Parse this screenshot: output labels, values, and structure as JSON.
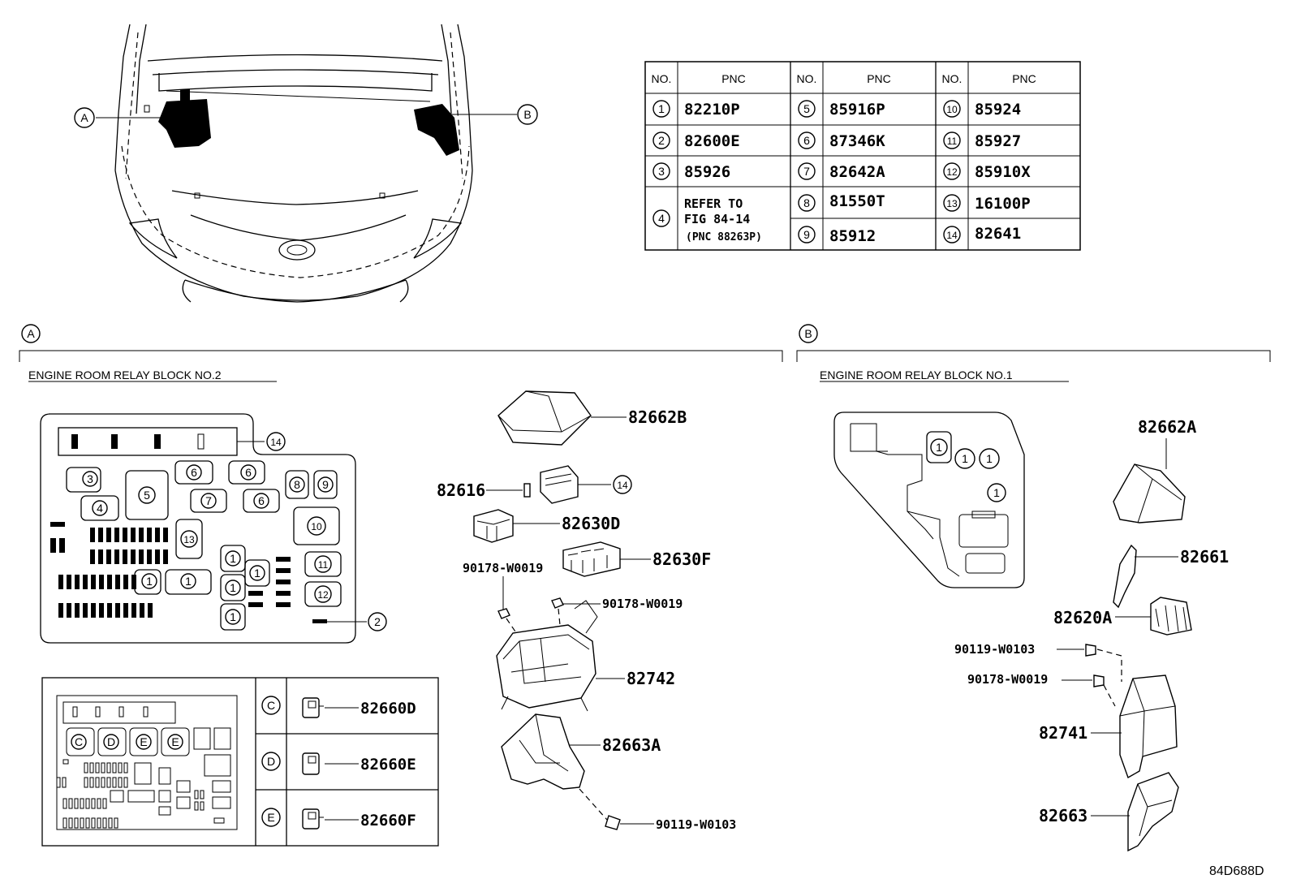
{
  "locator": {
    "a": "A",
    "b": "B"
  },
  "parts_table": {
    "col_no": "NO.",
    "col_pnc": "PNC",
    "rows": [
      {
        "no": "1",
        "pnc": "82210P"
      },
      {
        "no": "2",
        "pnc": "82600E"
      },
      {
        "no": "3",
        "pnc": "85926"
      },
      {
        "no": "4",
        "pnc": "",
        "refer_lines": [
          "REFER TO",
          "FIG 84-14",
          "(PNC 88263P)"
        ]
      },
      {
        "no": "5",
        "pnc": "85916P"
      },
      {
        "no": "6",
        "pnc": "87346K"
      },
      {
        "no": "7",
        "pnc": "82642A"
      },
      {
        "no": "8",
        "pnc": "81550T"
      },
      {
        "no": "9",
        "pnc": "85912"
      },
      {
        "no": "10",
        "pnc": "85924"
      },
      {
        "no": "11",
        "pnc": "85927"
      },
      {
        "no": "12",
        "pnc": "85910X"
      },
      {
        "no": "13",
        "pnc": "16100P"
      },
      {
        "no": "14",
        "pnc": "82641"
      }
    ]
  },
  "section_a": {
    "marker": "A",
    "title": "ENGINE ROOM RELAY BLOCK NO.2",
    "block_callouts": [
      "14",
      "2"
    ],
    "block_cells": [
      "3",
      "4",
      "5",
      "6",
      "6",
      "6",
      "7",
      "8",
      "9",
      "10",
      "13",
      "1",
      "1",
      "1",
      "1",
      "1",
      "1",
      "11",
      "12"
    ],
    "parts": {
      "cover": "82662B",
      "fuse_puller": "82616",
      "holder_14": "14",
      "conn_d": "82630D",
      "conn_f": "82630F",
      "nut_left": "90178-W0019",
      "nut_right": "90178-W0019",
      "housing": "82742",
      "bracket": "82663A",
      "bolt": "90119-W0103"
    },
    "relay_table": {
      "small_labels": [
        "C",
        "D",
        "E",
        "E"
      ],
      "rows": [
        {
          "code": "C",
          "pnc": "82660D"
        },
        {
          "code": "D",
          "pnc": "82660E"
        },
        {
          "code": "E",
          "pnc": "82660F"
        }
      ]
    }
  },
  "section_b": {
    "marker": "B",
    "title": "ENGINE ROOM RELAY BLOCK NO.1",
    "block_cells": [
      "1",
      "1",
      "1",
      "1"
    ],
    "parts": {
      "cover": "82662A",
      "clip": "82661",
      "conn": "82620A",
      "bolt": "90119-W0103",
      "nut": "90178-W0019",
      "housing": "82741",
      "bracket": "82663"
    }
  },
  "figure_code": "84D688D"
}
